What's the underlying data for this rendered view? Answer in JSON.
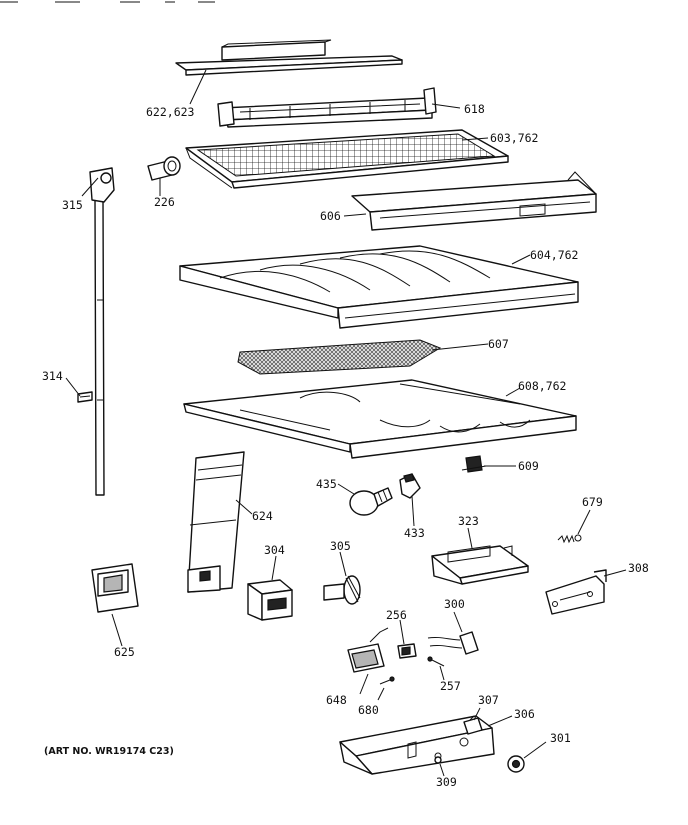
{
  "callouts": [
    {
      "id": "622_623",
      "text": "622,623"
    },
    {
      "id": "618",
      "text": "618"
    },
    {
      "id": "603_762",
      "text": "603,762"
    },
    {
      "id": "315",
      "text": "315"
    },
    {
      "id": "226",
      "text": "226"
    },
    {
      "id": "606",
      "text": "606"
    },
    {
      "id": "604_762",
      "text": "604,762"
    },
    {
      "id": "607",
      "text": "607"
    },
    {
      "id": "314",
      "text": "314"
    },
    {
      "id": "608_762",
      "text": "608,762"
    },
    {
      "id": "609",
      "text": "609"
    },
    {
      "id": "435",
      "text": "435"
    },
    {
      "id": "433",
      "text": "433"
    },
    {
      "id": "624",
      "text": "624"
    },
    {
      "id": "679",
      "text": "679"
    },
    {
      "id": "323",
      "text": "323"
    },
    {
      "id": "304",
      "text": "304"
    },
    {
      "id": "305",
      "text": "305"
    },
    {
      "id": "308",
      "text": "308"
    },
    {
      "id": "625",
      "text": "625"
    },
    {
      "id": "256",
      "text": "256"
    },
    {
      "id": "300",
      "text": "300"
    },
    {
      "id": "257",
      "text": "257"
    },
    {
      "id": "648",
      "text": "648"
    },
    {
      "id": "680",
      "text": "680"
    },
    {
      "id": "307",
      "text": "307"
    },
    {
      "id": "306",
      "text": "306"
    },
    {
      "id": "301",
      "text": "301"
    },
    {
      "id": "309",
      "text": "309"
    }
  ],
  "art_number": "(ART NO. WR19174 C23)"
}
